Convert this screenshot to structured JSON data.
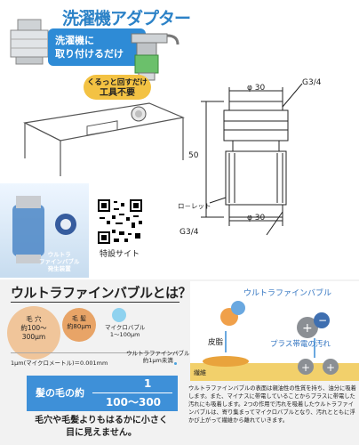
{
  "header": {
    "title": "洗濯機アダプター",
    "callout": [
      "洗濯機に",
      "取り付けるだけ"
    ],
    "twist": [
      "くるっと回すだけ",
      "工具不要"
    ]
  },
  "spec": {
    "top_diameter": "φ 30",
    "thread_top": "G3/4",
    "height": "50",
    "locknut": "ロ－レット",
    "bottom_diameter": "φ 30",
    "thread_bottom": "G3/4"
  },
  "ultrafine_photo": {
    "caption": [
      "ウルトラ",
      "ファインバブル",
      "発生装置"
    ]
  },
  "qr": {
    "label": "特設サイト"
  },
  "question": {
    "title": "ウルトラファインバブルとは？",
    "pore": [
      "毛 穴",
      "約100～",
      "300μm"
    ],
    "hair": [
      "毛 髪",
      "約80μm"
    ],
    "micro": [
      "マイクロバブル",
      "1～100μm"
    ],
    "ufb": [
      "ウルトラファインバブル",
      "約1μm未満"
    ],
    "unit": "1μm(マイクロメートル)＝0.001mm",
    "hair_box": {
      "label": "髪の毛の約",
      "numerator": "1",
      "denominator": "100～300"
    },
    "footer": [
      "毛穴や毛髪よりもはるかに小さく",
      "目に見えません。"
    ]
  },
  "diagram": {
    "title": "ウルトラファインバブル",
    "skin": "皮脂",
    "plus_dirt": "プラス帯電の汚れ",
    "fiber": "繊維",
    "description": "ウルトラファインバブルの表面は親油性の性質を持ち、油分に吸着します。また、マイナスに帯電していることからプラスに帯電した汚れにも吸着します。2つの作用で汚れを吸着したウルトラファインバブルは、寄り集まってマイクロバブルとなり、汚れとともに浮かび上がって繊維から離れていきます。"
  },
  "colors": {
    "brand_blue": "#2e8bd6",
    "accent_yellow": "#f3c243",
    "skin_orange": "#f0c59a",
    "hair_orange": "#e8a467",
    "micro_blue": "#8fd2ef"
  }
}
